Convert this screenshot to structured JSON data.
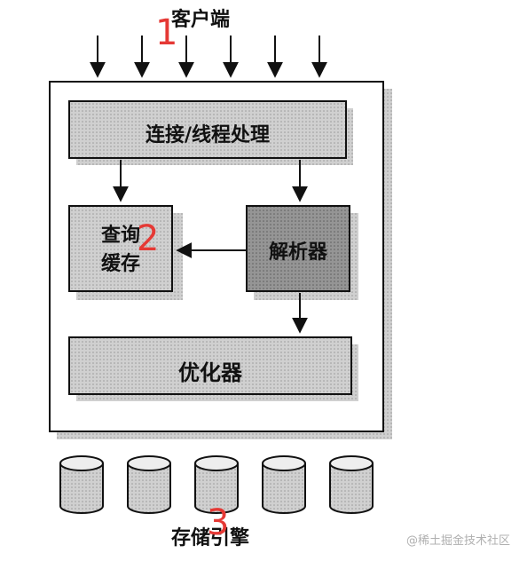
{
  "client_label": "客户端",
  "connection_label": "连接/线程处理",
  "query_cache_line1": "查询",
  "query_cache_line2": "缓存",
  "parser_label": "解析器",
  "optimizer_label": "优化器",
  "storage_label": "存储引擎",
  "marker_1": "1",
  "marker_2": "2",
  "marker_3": "3",
  "watermark": "@稀土掘金技术社区",
  "colors": {
    "marker": "#e53935",
    "box_fill": "#c8c8c8",
    "dark_fill": "#8f8f8f",
    "shadow": "#9a9a9a"
  }
}
